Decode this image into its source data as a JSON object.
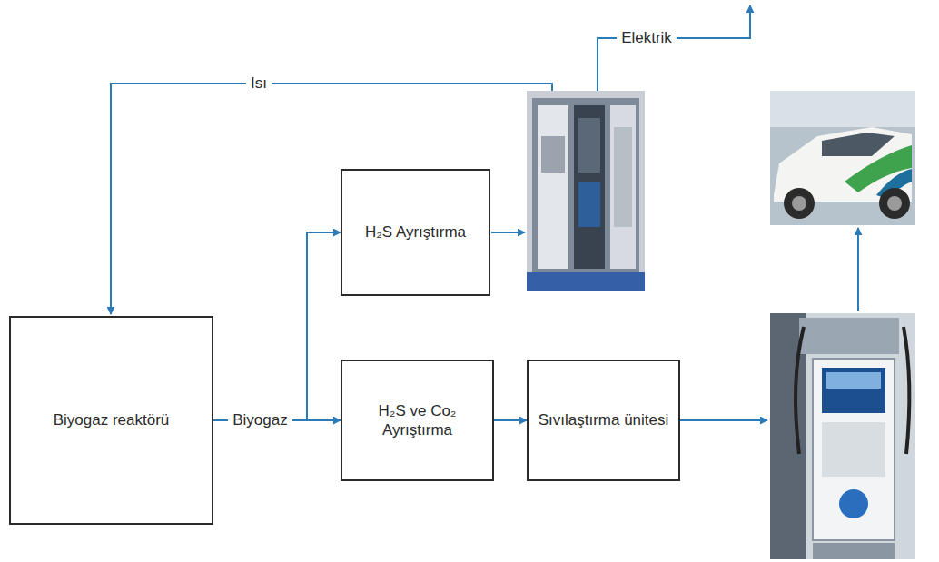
{
  "diagram": {
    "nodes": [
      {
        "text": [
          "Biyogaz reaktörü"
        ]
      },
      {
        "text": [
          "H₂S Ayrıştırma"
        ]
      },
      {
        "text": [
          "H₂S ve Co₂ Ayrıştırma"
        ]
      },
      {
        "text": [
          "Sıvılaştırma ünitesi"
        ]
      }
    ],
    "edges": [
      {
        "from": 0,
        "to": 1,
        "label": "Biyogaz",
        "arrow": "to"
      },
      {
        "from": 0,
        "to": 2,
        "arrow": "to"
      },
      {
        "from": 2,
        "to": 3,
        "arrow": "to"
      }
    ],
    "labels": [
      "Isı",
      "Elektrik"
    ]
  }
}
